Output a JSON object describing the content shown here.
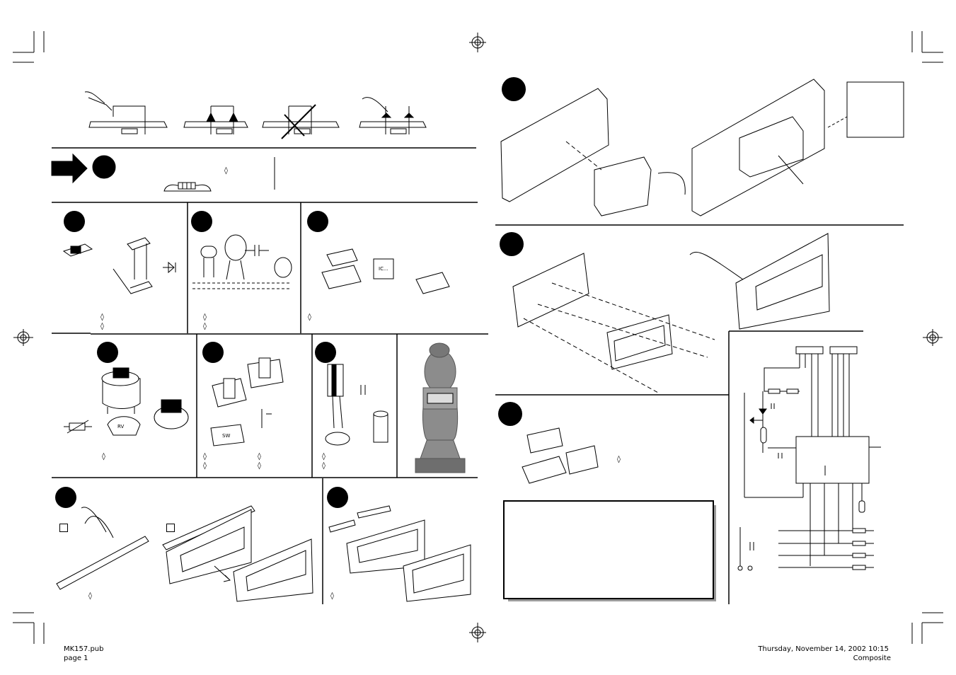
{
  "footer": {
    "file": "MK157.pub",
    "page": "page 1",
    "timestamp": "Thursday, November 14, 2002 10:15",
    "mode": "Composite"
  },
  "marks": {
    "diamond": "◊"
  },
  "labels": {
    "ic": "IC...",
    "rv": "RV",
    "sw": "SW"
  },
  "colors": {
    "ink": "#000000",
    "paper": "#ffffff",
    "shadow": "#9a9a9a",
    "statue": "#8c8c8c"
  }
}
